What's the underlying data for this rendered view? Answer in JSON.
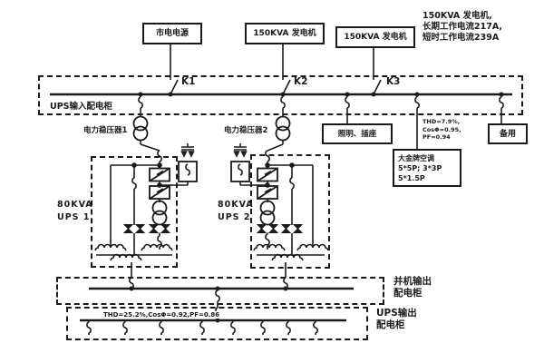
{
  "colors": {
    "line": "#1a1a1a",
    "background": "#ffffff"
  },
  "sources": {
    "mains": "市电电源",
    "gen1": "150KVA 发电机",
    "gen2": "150KVA 发电机"
  },
  "switches": {
    "k1": "K1",
    "k2": "K2",
    "k3": "K3"
  },
  "generator_note": {
    "line1": "150KVA 发电机,",
    "line2": "长期工作电流217A,",
    "line3": "短时工作电流239A"
  },
  "input_cabinet": {
    "label": "UPS输入配电柜"
  },
  "stabilizers": {
    "s1": "电力稳压器1",
    "s2": "电力稳压器2"
  },
  "ups1": {
    "line1": "80KVA",
    "line2": "UPS 1"
  },
  "ups2": {
    "line1": "80KVA",
    "line2": "UPS 2"
  },
  "loads": {
    "lighting": "照明、插座",
    "spare": "备用",
    "aircon": {
      "line1": "大金牌空调",
      "line2": "5*5P; 3*3P",
      "line3": "5*1.5P"
    }
  },
  "bus_note": {
    "line1": "THD=7.9%,",
    "line2": "CosΦ=0.95,",
    "line3": "PF=0.94"
  },
  "parallel_cabinet": {
    "line1": "并机输出",
    "line2": "配电柜"
  },
  "output_cabinet": {
    "line1": "UPS输出",
    "line2": "配电柜",
    "metrics": "THD=25.2%,CosΦ=0.92,PF=0.86"
  }
}
